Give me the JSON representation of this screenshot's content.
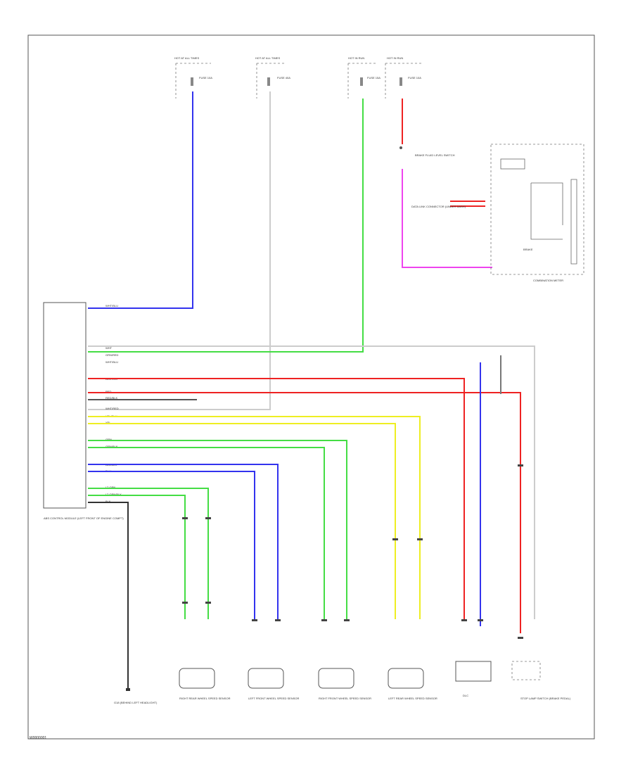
{
  "diagram": {
    "footer_code": "W0000001",
    "abs_module_label": "ABS CONTROL MODULE (LEFT FRONT OF ENGINE COMPT)",
    "combination_meter_label": "COMBINATION METER",
    "brake_fluid_switch_label": "BRAKE FLUID LEVEL SWITCH",
    "ground_label": "G18 (BEHIND LEFT HEADLIGHT)",
    "stop_lamp_switch_label": "STOP LAMP SWITCH (BRAKE PEDAL)",
    "data_link_label": "DATA LINK CONNECTOR (UNDER DASH)",
    "sensors": [
      "RIGHT REAR WHEEL SPEED SENSOR",
      "LEFT FRONT WHEEL SPEED SENSOR",
      "RIGHT FRONT WHEEL SPEED SENSOR",
      "LEFT REAR WHEEL SPEED SENSOR"
    ],
    "top_sources": [
      "HOT AT ALL TIMES",
      "HOT AT ALL TIMES",
      "HOT IN RUN",
      "HOT IN RUN"
    ],
    "fuses": [
      "FUSE 10A",
      "FUSE 40A",
      "FUSE 15A",
      "FUSE 10A"
    ],
    "wire_colors": {
      "blue_power": "#3333ee",
      "green_ign": "#44dd44",
      "red_power": "#ee2222",
      "pink_signal": "#ee44ee",
      "yellow_signal": "#eeee22",
      "gray_signal": "#bbbbbb",
      "dark_ground": "#333333"
    },
    "pin_labels": [
      "WHT/BLU",
      "WHT",
      "GRN/RED",
      "WHT/BLU",
      "BLK/RED",
      "RED",
      "RED/BLK",
      "WHT/RED",
      "YEL/BLU",
      "YEL",
      "GRN",
      "GRN/BLK",
      "BLU/BLK",
      "BLU",
      "LT GRN",
      "LT GRN/BLK",
      "BLK"
    ]
  }
}
